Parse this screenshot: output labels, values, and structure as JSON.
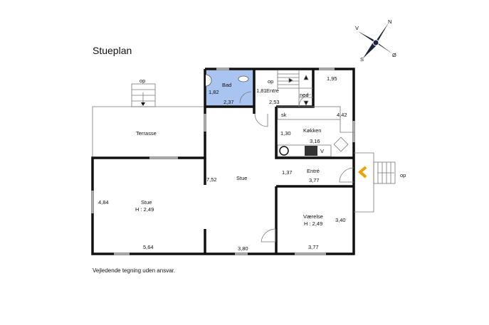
{
  "title": "Stueplan",
  "disclaimer": "Vejledende tegning uden ansvar.",
  "compass": {
    "n": "N",
    "v": "V",
    "s": "S",
    "o": "Ø"
  },
  "colors": {
    "bathroom_fill": "#a9c4f0",
    "arrow": "#f0a000",
    "wall": "#111111"
  },
  "rooms": {
    "bad": {
      "name": "Bad",
      "w": "1,82",
      "l": "2,37"
    },
    "entre_top": {
      "op": "op",
      "w": "1,81",
      "name": "Entré",
      "l": "2,53",
      "ned": "ned"
    },
    "kitchen": {
      "d1": "1,95",
      "sk": "sk",
      "d2": "4,42",
      "name": "Køkken",
      "w": "1,30",
      "l": "3,16",
      "v": "V"
    },
    "terrace": {
      "name": "Terrasse",
      "op": "op"
    },
    "stue": {
      "name": "Stue",
      "w": "7,52",
      "l": "3,80"
    },
    "entre": {
      "name": "Entré",
      "w": "1,37",
      "l": "3,77",
      "op": "op"
    },
    "stue2": {
      "name": "Stue",
      "height": "H : 2,49",
      "w": "4,84",
      "l": "5,64"
    },
    "vaerelse": {
      "name": "Værelse",
      "height": "H : 2,49",
      "w": "3,40",
      "l": "3,77"
    }
  }
}
